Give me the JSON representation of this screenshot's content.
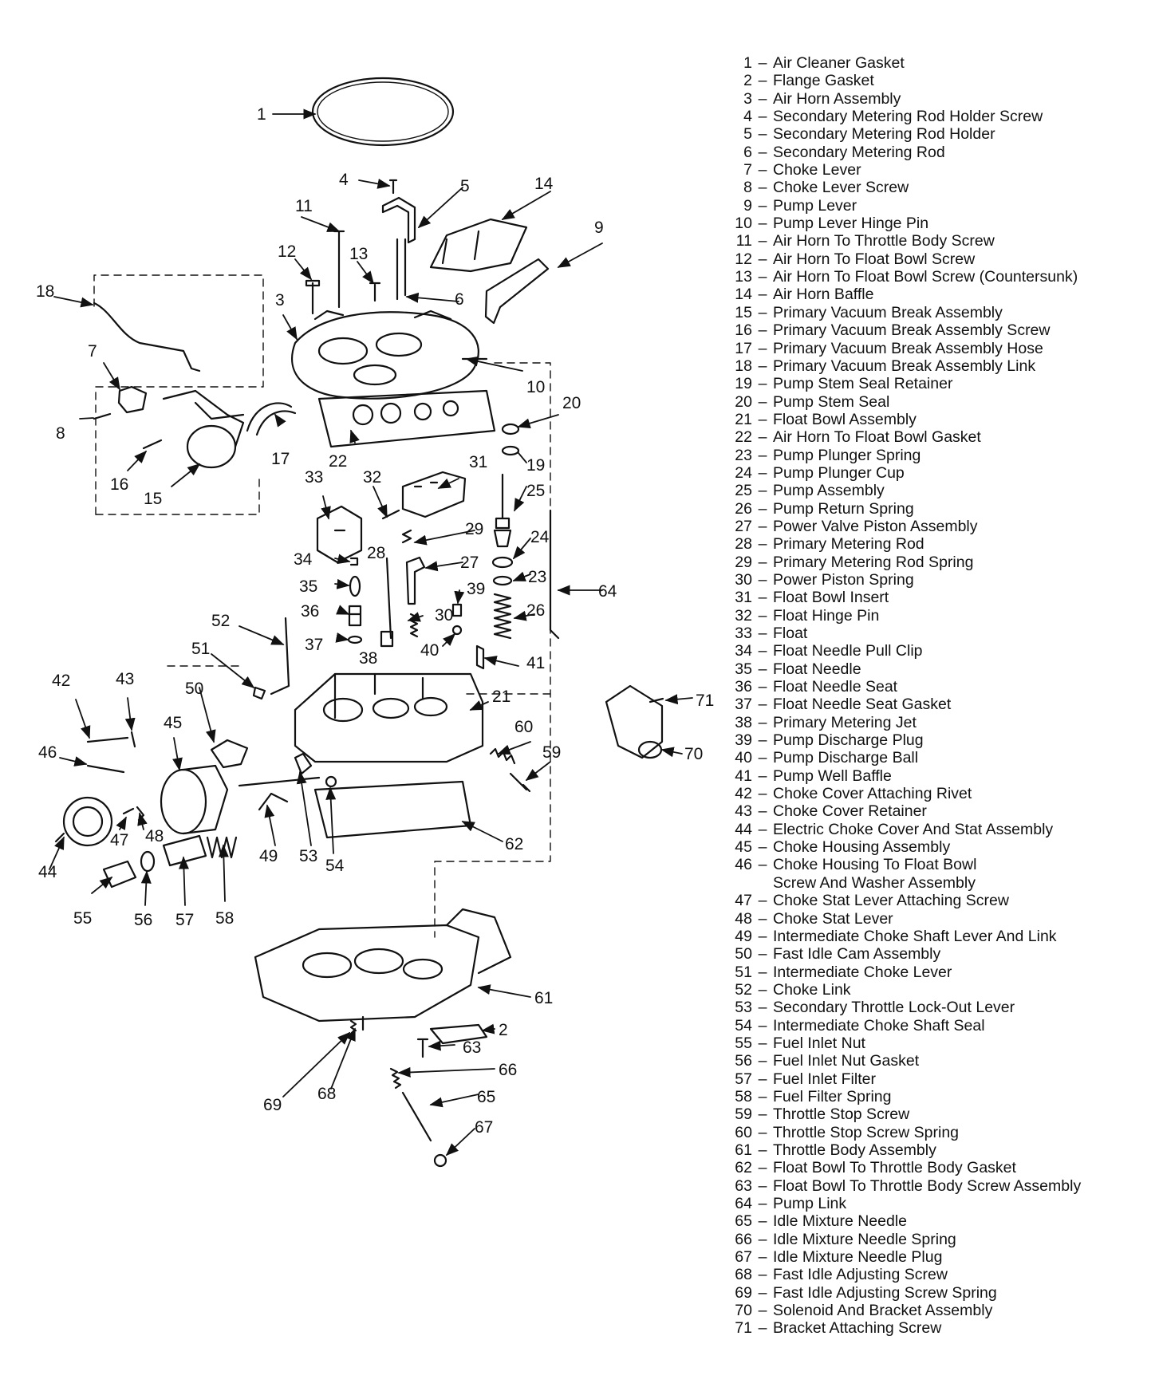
{
  "legend": [
    {
      "num": "1",
      "label": "Air Cleaner Gasket"
    },
    {
      "num": "2",
      "label": "Flange Gasket"
    },
    {
      "num": "3",
      "label": "Air Horn Assembly"
    },
    {
      "num": "4",
      "label": "Secondary Metering Rod Holder Screw"
    },
    {
      "num": "5",
      "label": "Secondary Metering Rod Holder"
    },
    {
      "num": "6",
      "label": "Secondary Metering Rod"
    },
    {
      "num": "7",
      "label": "Choke Lever"
    },
    {
      "num": "8",
      "label": "Choke Lever Screw"
    },
    {
      "num": "9",
      "label": "Pump Lever"
    },
    {
      "num": "10",
      "label": "Pump Lever Hinge Pin"
    },
    {
      "num": "11",
      "label": "Air Horn To Throttle Body Screw"
    },
    {
      "num": "12",
      "label": "Air Horn To Float Bowl Screw"
    },
    {
      "num": "13",
      "label": "Air Horn To Float Bowl Screw (Countersunk)"
    },
    {
      "num": "14",
      "label": "Air Horn Baffle"
    },
    {
      "num": "15",
      "label": "Primary Vacuum Break Assembly"
    },
    {
      "num": "16",
      "label": "Primary Vacuum Break Assembly Screw"
    },
    {
      "num": "17",
      "label": "Primary Vacuum Break Assembly Hose"
    },
    {
      "num": "18",
      "label": "Primary Vacuum Break Assembly Link"
    },
    {
      "num": "19",
      "label": "Pump Stem Seal Retainer"
    },
    {
      "num": "20",
      "label": "Pump Stem Seal"
    },
    {
      "num": "21",
      "label": "Float Bowl Assembly"
    },
    {
      "num": "22",
      "label": "Air Horn To Float Bowl Gasket"
    },
    {
      "num": "23",
      "label": "Pump Plunger Spring"
    },
    {
      "num": "24",
      "label": "Pump Plunger Cup"
    },
    {
      "num": "25",
      "label": "Pump Assembly"
    },
    {
      "num": "26",
      "label": "Pump Return Spring"
    },
    {
      "num": "27",
      "label": "Power Valve Piston Assembly"
    },
    {
      "num": "28",
      "label": "Primary Metering Rod"
    },
    {
      "num": "29",
      "label": "Primary Metering Rod Spring"
    },
    {
      "num": "30",
      "label": "Power Piston Spring"
    },
    {
      "num": "31",
      "label": "Float Bowl Insert"
    },
    {
      "num": "32",
      "label": "Float Hinge Pin"
    },
    {
      "num": "33",
      "label": "Float"
    },
    {
      "num": "34",
      "label": "Float Needle Pull Clip"
    },
    {
      "num": "35",
      "label": "Float Needle"
    },
    {
      "num": "36",
      "label": "Float Needle Seat"
    },
    {
      "num": "37",
      "label": "Float Needle Seat Gasket"
    },
    {
      "num": "38",
      "label": "Primary Metering Jet"
    },
    {
      "num": "39",
      "label": "Pump Discharge Plug"
    },
    {
      "num": "40",
      "label": "Pump Discharge Ball"
    },
    {
      "num": "41",
      "label": "Pump Well Baffle"
    },
    {
      "num": "42",
      "label": "Choke Cover Attaching Rivet"
    },
    {
      "num": "43",
      "label": "Choke Cover Retainer"
    },
    {
      "num": "44",
      "label": "Electric Choke Cover And Stat Assembly"
    },
    {
      "num": "45",
      "label": "Choke Housing Assembly"
    },
    {
      "num": "46",
      "label": "Choke Housing To Float Bowl"
    },
    {
      "num": "",
      "label": "Screw And Washer Assembly"
    },
    {
      "num": "47",
      "label": "Choke Stat Lever Attaching Screw"
    },
    {
      "num": "48",
      "label": "Choke Stat Lever"
    },
    {
      "num": "49",
      "label": "Intermediate Choke Shaft Lever And Link"
    },
    {
      "num": "50",
      "label": "Fast Idle Cam Assembly"
    },
    {
      "num": "51",
      "label": "Intermediate Choke Lever"
    },
    {
      "num": "52",
      "label": "Choke Link"
    },
    {
      "num": "53",
      "label": "Secondary Throttle Lock-Out Lever"
    },
    {
      "num": "54",
      "label": "Intermediate Choke Shaft Seal"
    },
    {
      "num": "55",
      "label": "Fuel Inlet Nut"
    },
    {
      "num": "56",
      "label": "Fuel Inlet Nut Gasket"
    },
    {
      "num": "57",
      "label": "Fuel Inlet Filter"
    },
    {
      "num": "58",
      "label": "Fuel Filter Spring"
    },
    {
      "num": "59",
      "label": "Throttle Stop Screw"
    },
    {
      "num": "60",
      "label": "Throttle Stop Screw Spring"
    },
    {
      "num": "61",
      "label": "Throttle Body Assembly"
    },
    {
      "num": "62",
      "label": "Float Bowl To Throttle Body Gasket"
    },
    {
      "num": "63",
      "label": "Float Bowl To Throttle Body Screw Assembly"
    },
    {
      "num": "64",
      "label": "Pump Link"
    },
    {
      "num": "65",
      "label": "Idle Mixture Needle"
    },
    {
      "num": "66",
      "label": "Idle Mixture Needle Spring"
    },
    {
      "num": "67",
      "label": "Idle Mixture Needle Plug"
    },
    {
      "num": "68",
      "label": "Fast Idle Adjusting Screw"
    },
    {
      "num": "69",
      "label": "Fast Idle Adjusting Screw Spring"
    },
    {
      "num": "70",
      "label": "Solenoid And Bracket Assembly"
    },
    {
      "num": "71",
      "label": "Bracket Attaching Screw"
    }
  ],
  "callouts": {
    "c1": "1",
    "c2": "2",
    "c3": "3",
    "c4": "4",
    "c5": "5",
    "c6": "6",
    "c7": "7",
    "c8": "8",
    "c9": "9",
    "c10": "10",
    "c11": "11",
    "c12": "12",
    "c13": "13",
    "c14": "14",
    "c15": "15",
    "c16": "16",
    "c17": "17",
    "c18": "18",
    "c19": "19",
    "c20": "20",
    "c21": "21",
    "c22": "22",
    "c23": "23",
    "c24": "24",
    "c25": "25",
    "c26": "26",
    "c27": "27",
    "c28": "28",
    "c29": "29",
    "c30": "30",
    "c31": "31",
    "c32": "32",
    "c33": "33",
    "c34": "34",
    "c35": "35",
    "c36": "36",
    "c37": "37",
    "c38": "38",
    "c39": "39",
    "c40": "40",
    "c41": "41",
    "c42": "42",
    "c43": "43",
    "c44": "44",
    "c45": "45",
    "c46": "46",
    "c47": "47",
    "c48": "48",
    "c49": "49",
    "c50": "50",
    "c51": "51",
    "c52": "52",
    "c53": "53",
    "c54": "54",
    "c55": "55",
    "c56": "56",
    "c57": "57",
    "c58": "58",
    "c59": "59",
    "c60": "60",
    "c61": "61",
    "c62": "62",
    "c63": "63",
    "c64": "64",
    "c65": "65",
    "c66": "66",
    "c67": "67",
    "c68": "68",
    "c69": "69",
    "c70": "70",
    "c71": "71"
  },
  "dash": "–"
}
